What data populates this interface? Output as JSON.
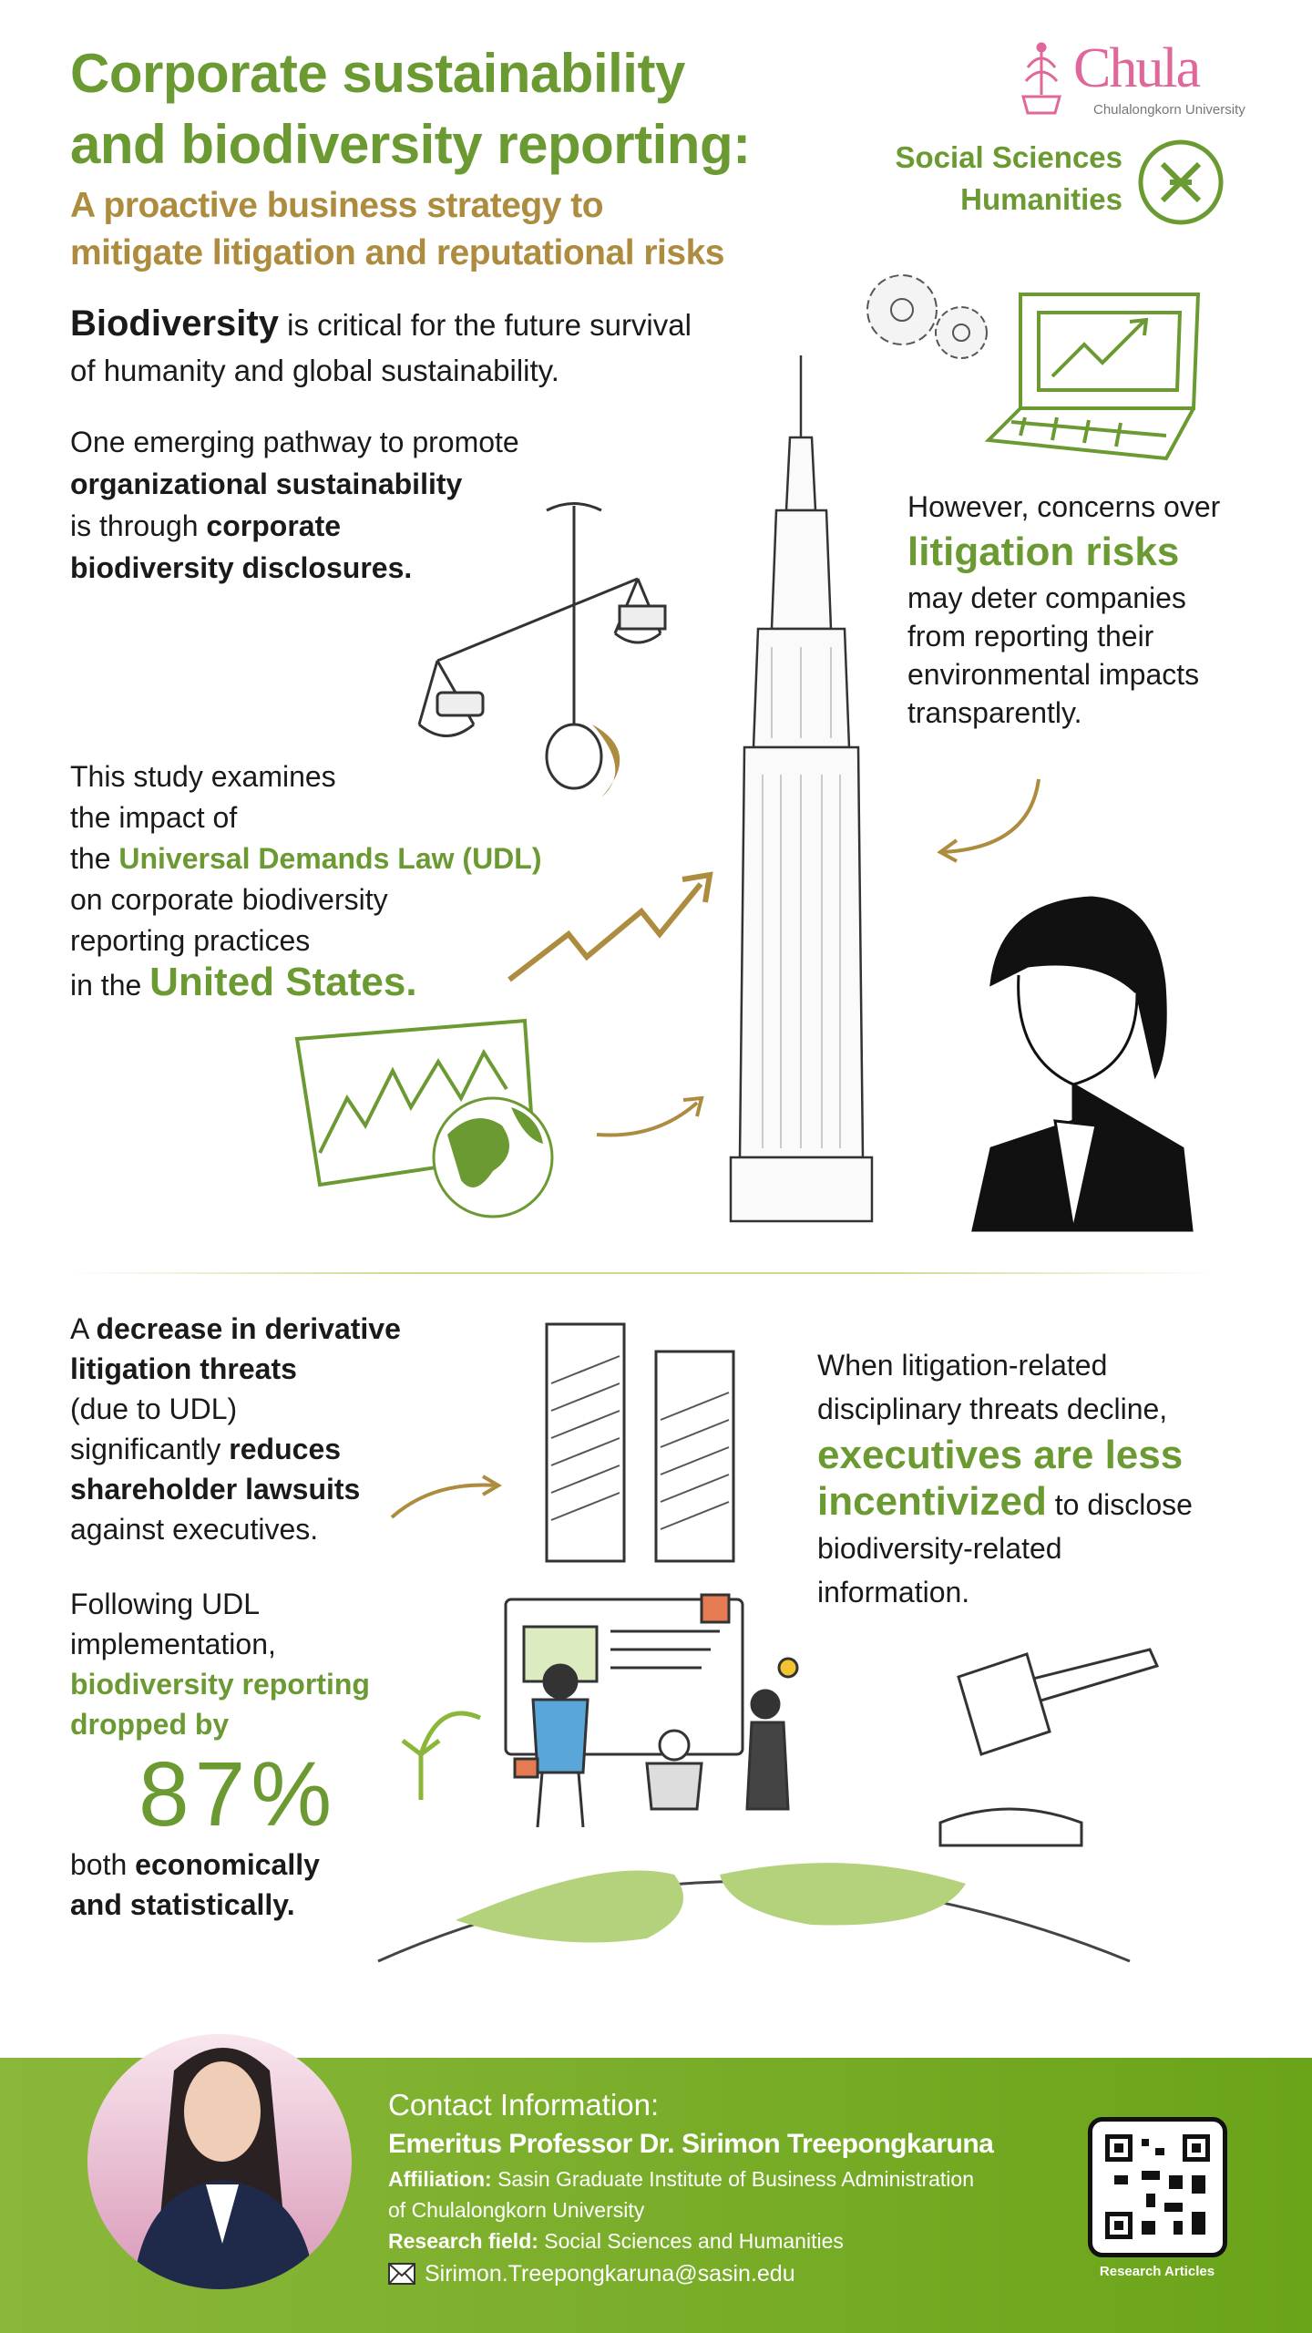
{
  "header": {
    "title_line1": "Corporate sustainability",
    "title_line2": "and biodiversity reporting:",
    "subtitle_line1": "A proactive business strategy to",
    "subtitle_line2": "mitigate litigation and reputational risks"
  },
  "logos": {
    "chula": "Chula",
    "chula_sub": "Chulalongkorn University",
    "faculty_line1": "Social Sciences",
    "faculty_line2": "Humanities"
  },
  "intro": {
    "p1_bold": "Biodiversity",
    "p1_rest1": " is critical for the future survival",
    "p1_rest2": "of humanity and global sustainability.",
    "p2_l1": "One emerging pathway to promote",
    "p2_l2_bold": "organizational sustainability",
    "p2_l3_a": "is through ",
    "p2_l3_bold": "corporate",
    "p2_l4_bold": "biodiversity disclosures."
  },
  "concerns": {
    "l1": "However, concerns over",
    "l2_highlight": "litigation risks",
    "l3": "may deter companies",
    "l4": "from reporting their",
    "l5": "environmental impacts",
    "l6": "transparently."
  },
  "study": {
    "l1": "This study examines",
    "l2": "the impact of",
    "l3_a": "the ",
    "l3_highlight": "Universal Demands Law (UDL)",
    "l4": "on corporate biodiversity",
    "l5": "reporting practices",
    "l6_a": "in the ",
    "l6_highlight": "United States."
  },
  "decrease": {
    "l1_a": "A ",
    "l1_bold": "decrease in derivative",
    "l2_bold": "litigation threats",
    "l3": "(due to UDL)",
    "l4_a": "significantly ",
    "l4_bold": "reduces",
    "l5_bold": "shareholder lawsuits",
    "l6": "against executives."
  },
  "following": {
    "l1": "Following UDL",
    "l2": "implementation,",
    "l3_highlight": "biodiversity reporting",
    "l4_highlight": "dropped by",
    "percent": "87%",
    "l5_a": "both ",
    "l5_bold": "economically",
    "l6_bold": "and statistically."
  },
  "executives": {
    "l1": "When litigation-related",
    "l2": "disciplinary threats decline,",
    "l3_highlight": "executives are less",
    "l4_highlight": "incentivized",
    "l4_rest": " to disclose",
    "l5": "biodiversity-related",
    "l6": "information."
  },
  "contact": {
    "heading": "Contact Information:",
    "name": "Emeritus Professor Dr. Sirimon Treepongkaruna",
    "affiliation_label": "Affiliation:",
    "affiliation_value": " Sasin Graduate Institute of Business Administration",
    "affiliation_value2": "of Chulalongkorn University",
    "field_label": "Research field:",
    "field_value": " Social Sciences and Humanities",
    "email": "Sirimon.Treepongkaruna@sasin.edu",
    "qr_caption": "Research Articles"
  },
  "colors": {
    "green": "#6b9a33",
    "gold": "#ad8c3f",
    "pink": "#e0679a",
    "band": "#7aae2a"
  }
}
